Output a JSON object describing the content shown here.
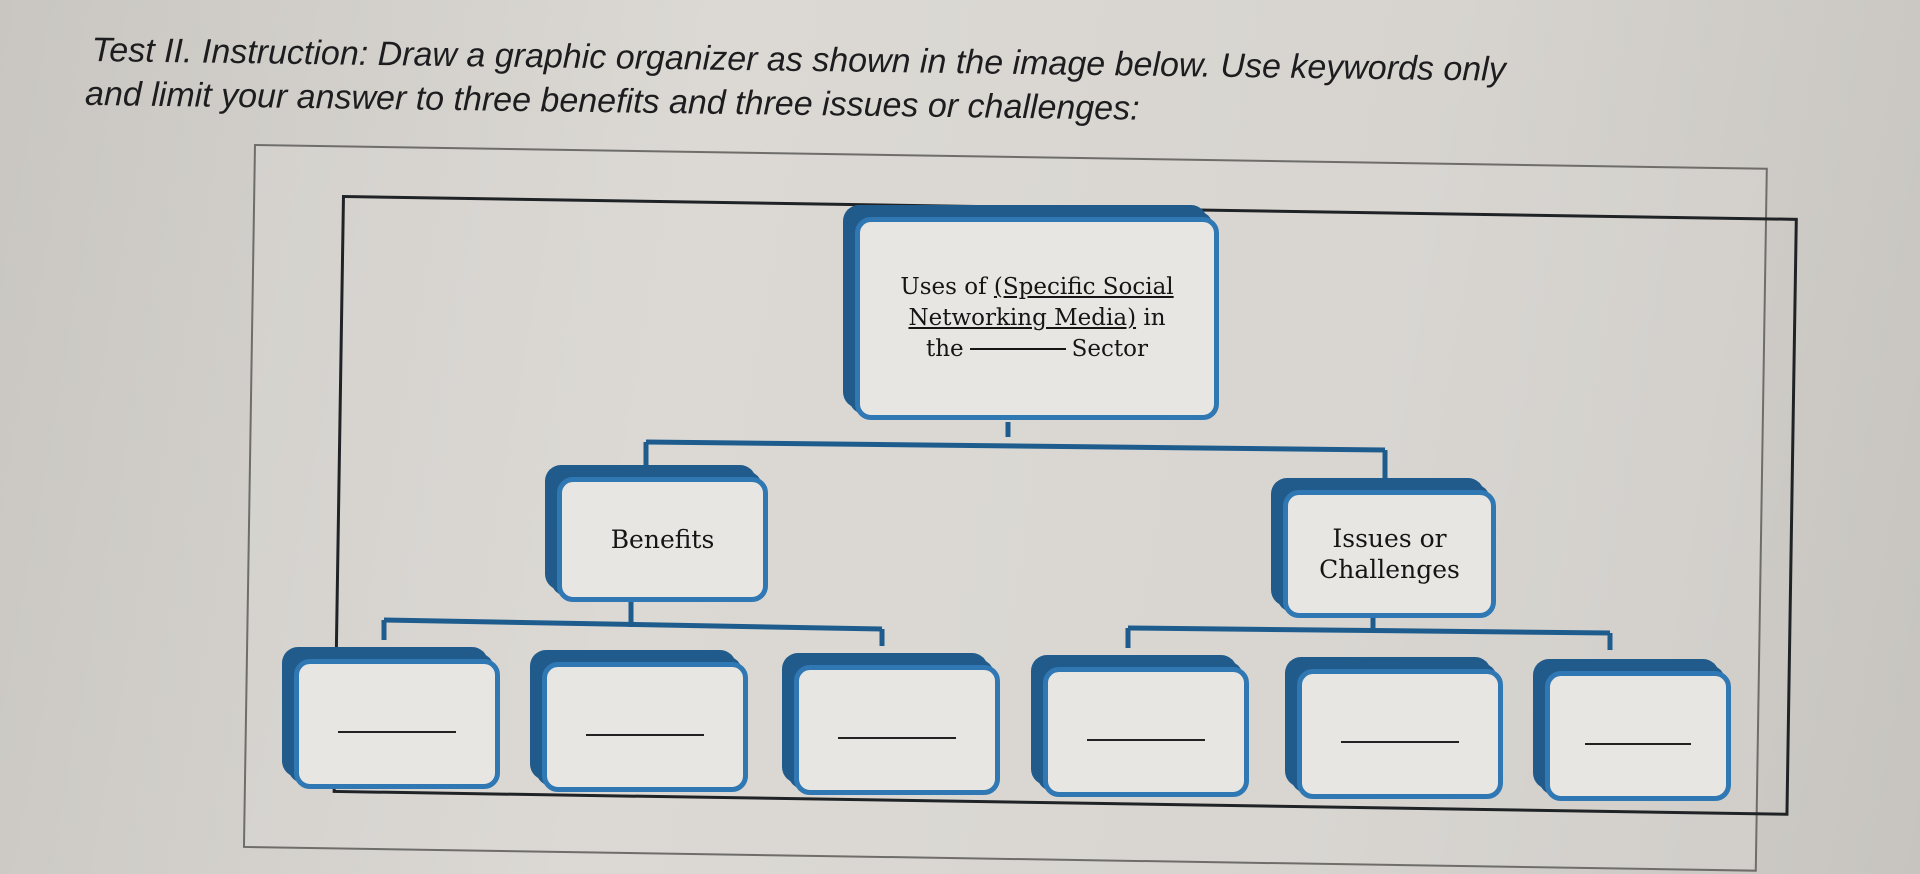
{
  "instruction": {
    "line1": "Test II. Instruction: Draw a graphic organizer as shown in the image below. Use keywords only",
    "line2": "and limit your answer to three benefits and three issues or challenges:"
  },
  "organizer": {
    "root": {
      "line1_pre": "Uses of ",
      "line1_u": "(Specific Social",
      "line2_u": "Networking Media)",
      "line2_post": " in",
      "line3_pre": "the",
      "line3_post": "Sector"
    },
    "benefits_label": "Benefits",
    "issues_label_line1": "Issues or",
    "issues_label_line2": "Challenges",
    "benefit_slots": 3,
    "issue_slots": 3
  },
  "colors": {
    "box_border": "#2f78b4",
    "box_shadow": "#215b8c",
    "connector": "#1f5c8e"
  }
}
